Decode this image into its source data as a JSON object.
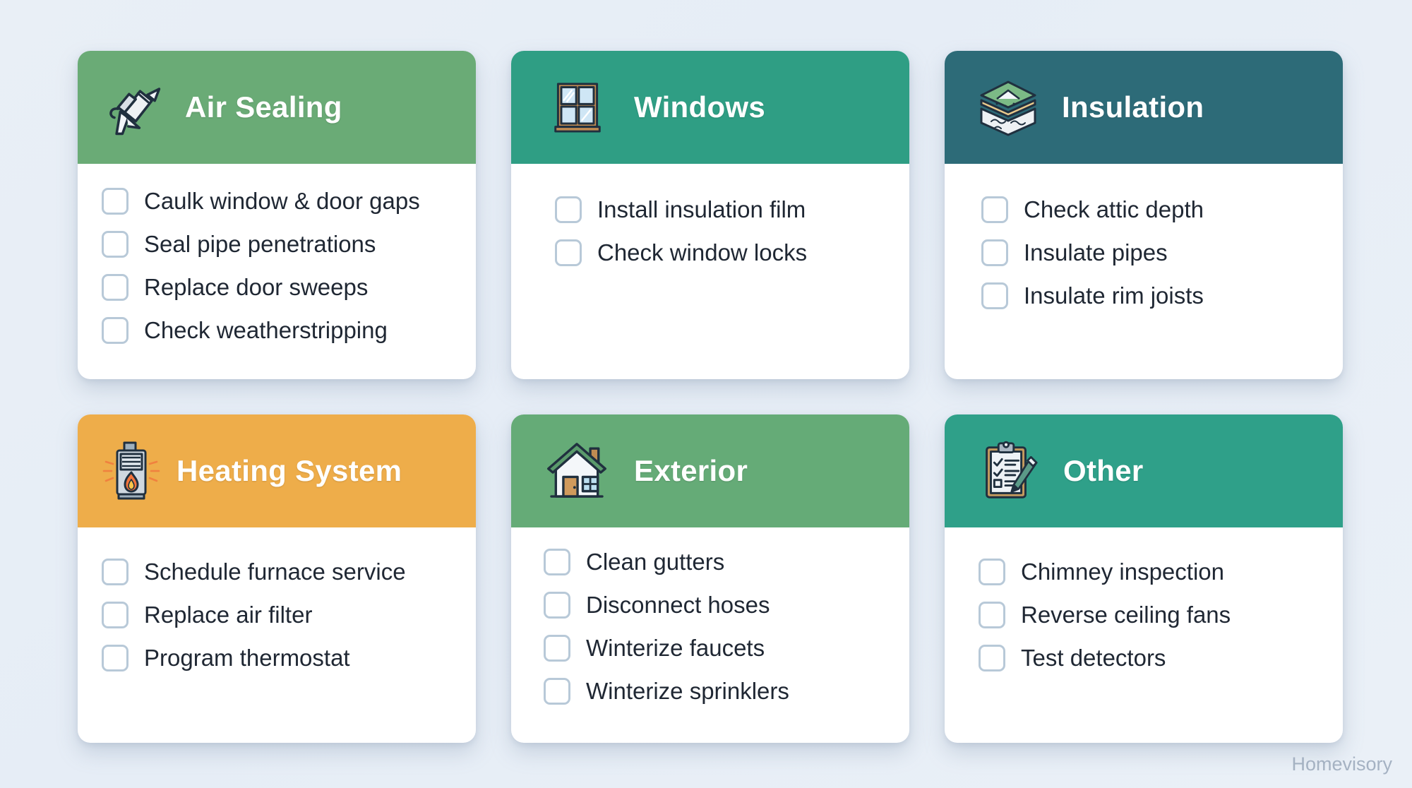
{
  "watermark": "Homevisory",
  "colors": {
    "background": "#e9eff6",
    "air_sealing": "#6aab76",
    "windows": "#2f9e84",
    "insulation": "#2d6b78",
    "heating": "#eead4a",
    "exterior": "#65ab77",
    "other": "#2fa089",
    "checkbox_border": "#b8c9d8",
    "text": "#1f2733"
  },
  "cards": [
    {
      "id": "air-sealing",
      "title": "Air Sealing",
      "icon": "caulk-gun-icon",
      "header_color": "#6aab76",
      "items": [
        "Caulk window & door gaps",
        "Seal pipe penetrations",
        "Replace door sweeps",
        "Check weatherstripping"
      ]
    },
    {
      "id": "windows",
      "title": "Windows",
      "icon": "window-icon",
      "header_color": "#2f9e84",
      "items": [
        "Install insulation film",
        "Check window locks"
      ]
    },
    {
      "id": "insulation",
      "title": "Insulation",
      "icon": "insulation-layers-icon",
      "header_color": "#2d6b78",
      "items": [
        "Check attic depth",
        "Insulate pipes",
        "Insulate rim joists"
      ]
    },
    {
      "id": "heating-system",
      "title": "Heating System",
      "icon": "furnace-icon",
      "header_color": "#eead4a",
      "items": [
        "Schedule furnace service",
        "Replace air filter",
        "Program thermostat"
      ]
    },
    {
      "id": "exterior",
      "title": "Exterior",
      "icon": "house-icon",
      "header_color": "#65ab77",
      "items": [
        "Clean gutters",
        "Disconnect hoses",
        "Winterize faucets",
        "Winterize sprinklers"
      ]
    },
    {
      "id": "other",
      "title": "Other",
      "icon": "clipboard-pencil-icon",
      "header_color": "#2fa089",
      "items": [
        "Chimney inspection",
        "Reverse ceiling fans",
        "Test detectors"
      ]
    }
  ]
}
